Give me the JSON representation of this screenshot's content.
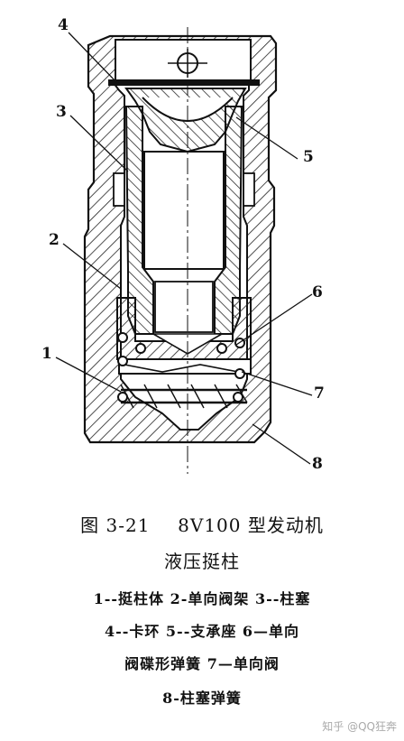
{
  "callouts": [
    "1",
    "2",
    "3",
    "4",
    "5",
    "6",
    "7",
    "8"
  ],
  "caption": {
    "figure_no": "图 3-21",
    "title_main": "8V100 型发动机",
    "title_sub": "液压挺柱",
    "legend_lines": [
      "1--挺柱体  2-单向阀架  3--柱塞",
      "4--卡环  5--支承座  6—单向",
      "阀碟形弹簧  7—单向阀",
      "8-柱塞弹簧"
    ]
  },
  "watermark": "知乎 @QQ狂奔"
}
